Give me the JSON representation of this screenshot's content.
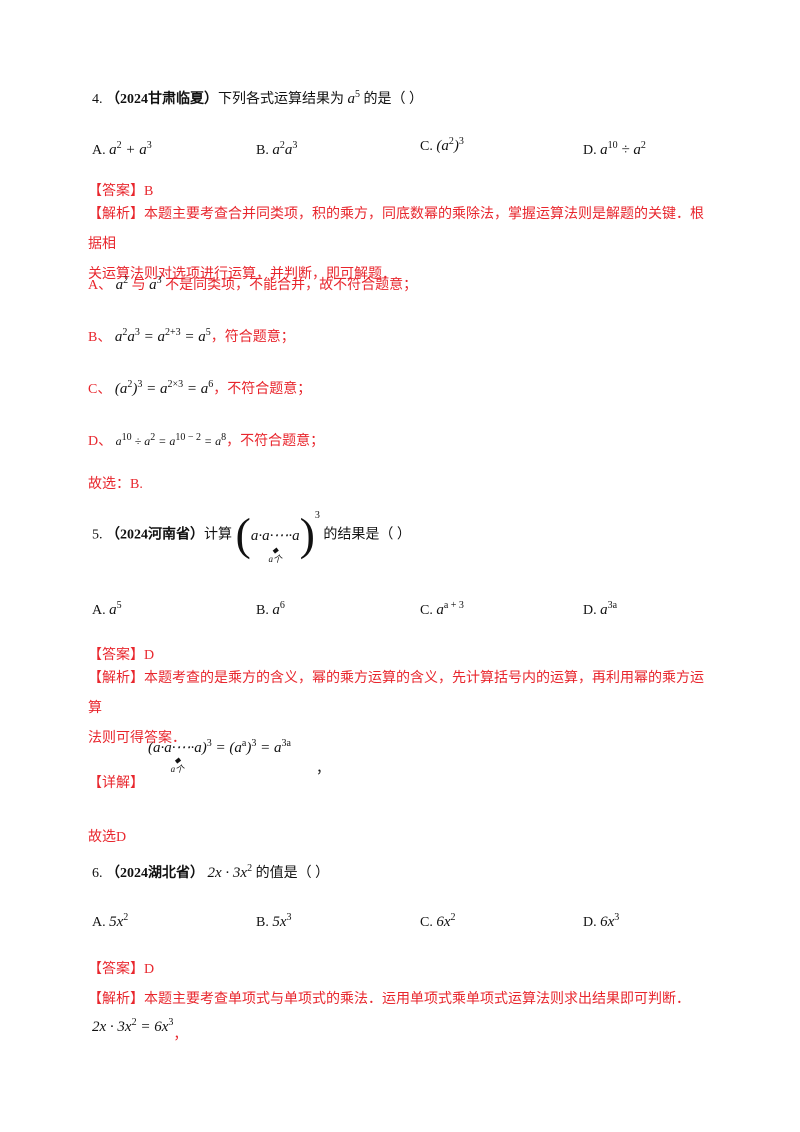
{
  "q4": {
    "num": "4.",
    "source": "（2024甘肃临夏）",
    "stem_pre": "下列各式运算结果为",
    "stem_post": "的是（    ）",
    "options": [
      "A.",
      "B.",
      "C.",
      "D."
    ],
    "answer": "【答案】B",
    "analysis_label": "【解析】",
    "analysis_text1": "本题主要考查合并同类项，积的乘方，同底数幂的乘除法，掌握运算法则是解题的关键．根据相",
    "analysis_text2": "关运算法则对选项进行运算，并判断，即可解题．",
    "lineA_pre": "A、",
    "lineA_mid": "与",
    "lineA_post": "不是同类项，不能合并，故不符合题意；",
    "lineB_pre": "B、",
    "lineB_post": "，符合题意；",
    "lineC_pre": "C、",
    "lineC_post": "，不符合题意；",
    "lineD_pre": "D、",
    "lineD_post": "，不符合题意；",
    "choice": "故选：B."
  },
  "q5": {
    "num": "5.",
    "source": "（2024河南省）",
    "stem_pre": "计算",
    "stem_post": "的结果是（    ）",
    "under_label": "a个",
    "options": [
      "A.",
      "B.",
      "C.",
      "D."
    ],
    "answer": "【答案】D",
    "analysis_label": "【解析】",
    "analysis_text1": "本题考查的是乘方的含义，幂的乘方运算的含义，先计算括号内的运算，再利用幂的乘方运算",
    "analysis_text2": "法则可得答案．",
    "detail_label": "【详解】",
    "detail_post": "，",
    "choice": "故选D"
  },
  "q6": {
    "num": "6.",
    "source": "（2024湖北省）",
    "stem_post": "的值是（    ）",
    "options": [
      "A.",
      "B.",
      "C.",
      "D."
    ],
    "answer": "【答案】D",
    "analysis_label": "【解析】",
    "analysis_text": "本题主要考查单项式与单项式的乘法．运用单项式乘单项式运算法则求出结果即可判断．",
    "result_post": "，"
  },
  "colors": {
    "accent": "#e8262d",
    "text": "#111111"
  }
}
